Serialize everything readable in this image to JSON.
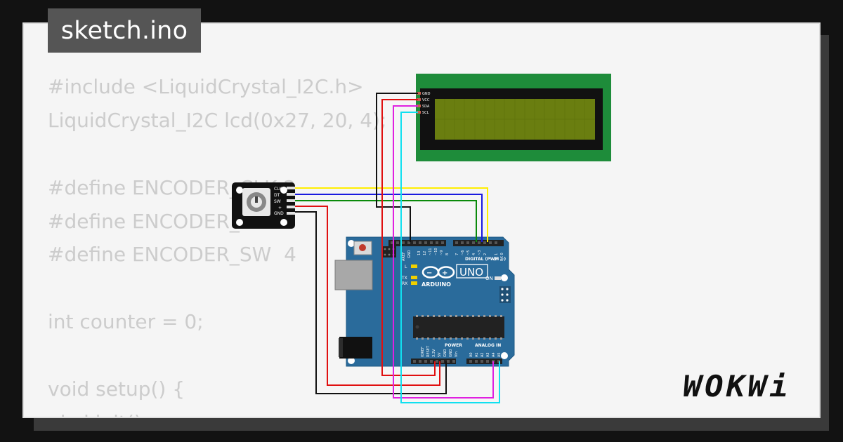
{
  "file_tab": {
    "label": "sketch.ino"
  },
  "code_lines": [
    "#include <LiquidCrystal_I2C.h>",
    "LiquidCrystal_I2C lcd(0x27, 20, 4);",
    "",
    "#define ENCODER_CLK 2",
    "#define ENCODER_DT  3",
    "#define ENCODER_SW  4",
    "",
    "int counter = 0;",
    "",
    "void setup() {",
    "  lcd.init();"
  ],
  "encoder": {
    "pins": [
      "CLK",
      "DT",
      "SW",
      "+",
      "GND"
    ]
  },
  "lcd": {
    "pins": [
      "GND",
      "VCC",
      "SDA",
      "SCL"
    ]
  },
  "arduino": {
    "brand": "ARDUINO",
    "model": "UNO",
    "digital_label": "DIGITAL (PWM ~)",
    "power_label": "POWER",
    "analog_label": "ANALOG IN",
    "on_label": "ON",
    "led_labels": [
      "L",
      "TX",
      "RX"
    ],
    "digital_pins": [
      "AREF",
      "GND",
      "13",
      "12",
      "~11",
      "~10",
      "~9",
      "8",
      "7",
      "~6",
      "~5",
      "4",
      "~3",
      "2",
      "TX 1",
      "RX 0"
    ],
    "power_pins": [
      "IOREF",
      "RESET",
      "3.3V",
      "5V",
      "GND",
      "GND",
      "Vin"
    ],
    "analog_pins": [
      "A0",
      "A1",
      "A2",
      "A3",
      "A4",
      "A5"
    ]
  },
  "branding": {
    "logo": "WOKWi"
  },
  "colors": {
    "background": "#121212",
    "card": "#f5f5f5",
    "tab": "#555555",
    "code_text": "#cccccc",
    "arduino_board": "#2a6b9b",
    "lcd_pcb": "#1e8c3a",
    "lcd_screen": "#6a7e10",
    "wire_yellow": "#ffee00",
    "wire_blue": "#1a1adf",
    "wire_green": "#0a8a0a",
    "wire_red": "#e01010",
    "wire_black": "#111111",
    "wire_magenta": "#e020e0",
    "wire_cyan": "#10e0f0"
  }
}
